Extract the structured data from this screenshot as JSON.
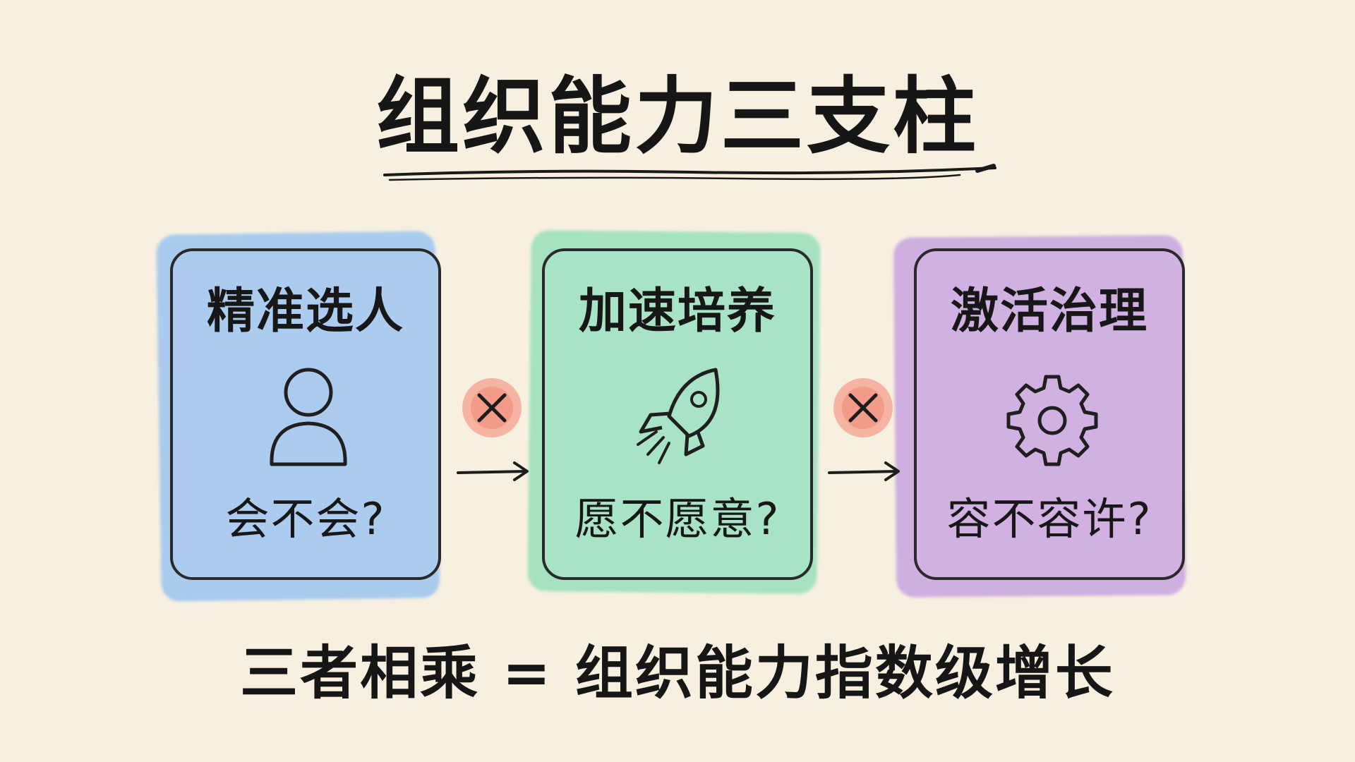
{
  "title": "组织能力三支柱",
  "pillars": [
    {
      "title": "精准选人",
      "question": "会不会?",
      "icon": "person-icon",
      "color": "#abcbef"
    },
    {
      "title": "加速培养",
      "question": "愿不愿意?",
      "icon": "rocket-icon",
      "color": "#a9e3c5"
    },
    {
      "title": "激活治理",
      "question": "容不容许?",
      "icon": "gear-icon",
      "color": "#d0b1e2"
    }
  ],
  "operators": [
    {
      "symbol": "multiply-icon",
      "accent": "#f28a78"
    },
    {
      "symbol": "multiply-icon",
      "accent": "#f28a78"
    }
  ],
  "formula": "三者相乘 = 组织能力指数级增长"
}
